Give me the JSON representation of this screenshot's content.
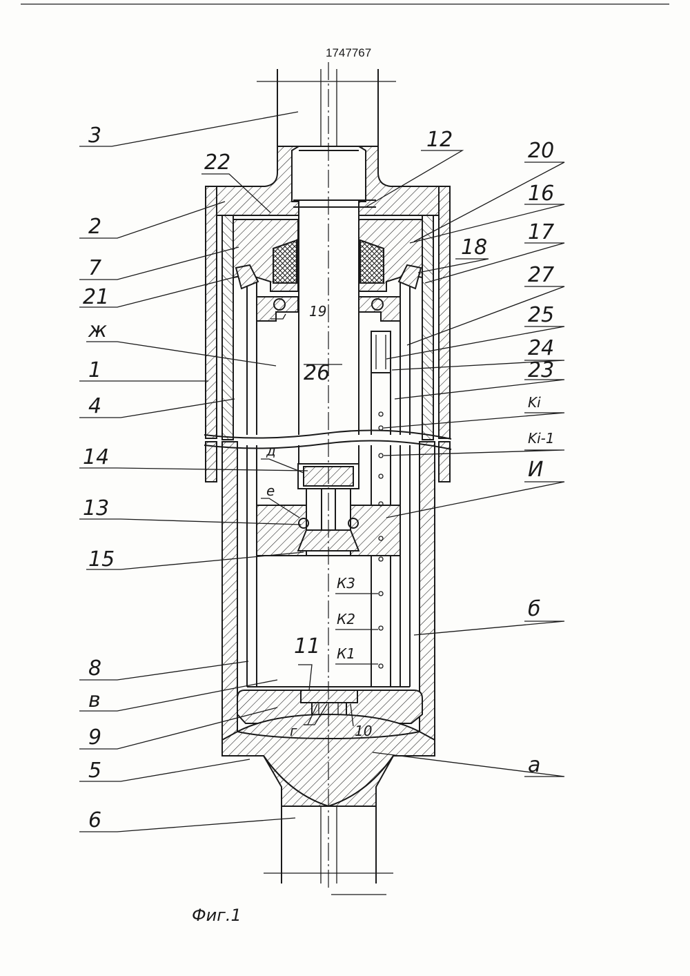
{
  "document": {
    "number": "1747767",
    "figure_caption": "Фиг.1"
  },
  "labels": {
    "l3": "3",
    "l12": "12",
    "l20": "20",
    "l22": "22",
    "l16": "16",
    "l2": "2",
    "l18": "18",
    "l17": "17",
    "l7": "7",
    "l19": "19",
    "l27": "27",
    "l21": "21",
    "l25": "25",
    "lzh": "ж",
    "l24": "24",
    "l26": "26",
    "l1": "1",
    "l23": "23",
    "l4": "4",
    "lki": "Ki",
    "lki1": "Ki-1",
    "ld": "д",
    "l14": "14",
    "lI": "И",
    "le": "е",
    "l13": "13",
    "l15": "15",
    "lk3": "К3",
    "lk2": "К2",
    "lb": "б",
    "l8": "8",
    "l11": "11",
    "lk1": "К1",
    "lv": "в",
    "l9": "9",
    "lg": "г",
    "l10": "10",
    "la": "а",
    "l5": "5",
    "l6": "6"
  },
  "colors": {
    "ink": "#1a1a1a",
    "paper": "#fdfdfb"
  }
}
